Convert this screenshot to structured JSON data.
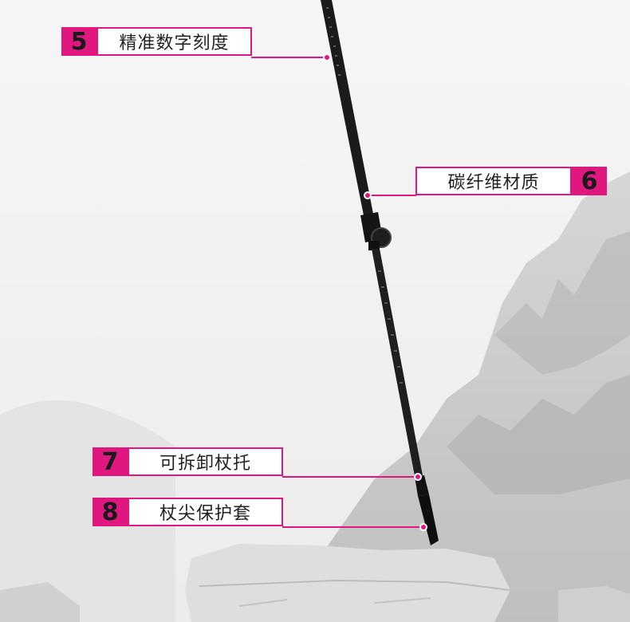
{
  "colors": {
    "accent": "#e0177f",
    "pole": "#1b1b1b",
    "mountain": "#c9c9c9",
    "rock": "#dcdcdc"
  },
  "callouts": [
    {
      "id": "5",
      "number": "5",
      "label": "精准数字刻度"
    },
    {
      "id": "6",
      "number": "6",
      "label": "碳纤维材质"
    },
    {
      "id": "7",
      "number": "7",
      "label": "可拆卸杖托"
    },
    {
      "id": "8",
      "number": "8",
      "label": "杖尖保护套"
    }
  ]
}
